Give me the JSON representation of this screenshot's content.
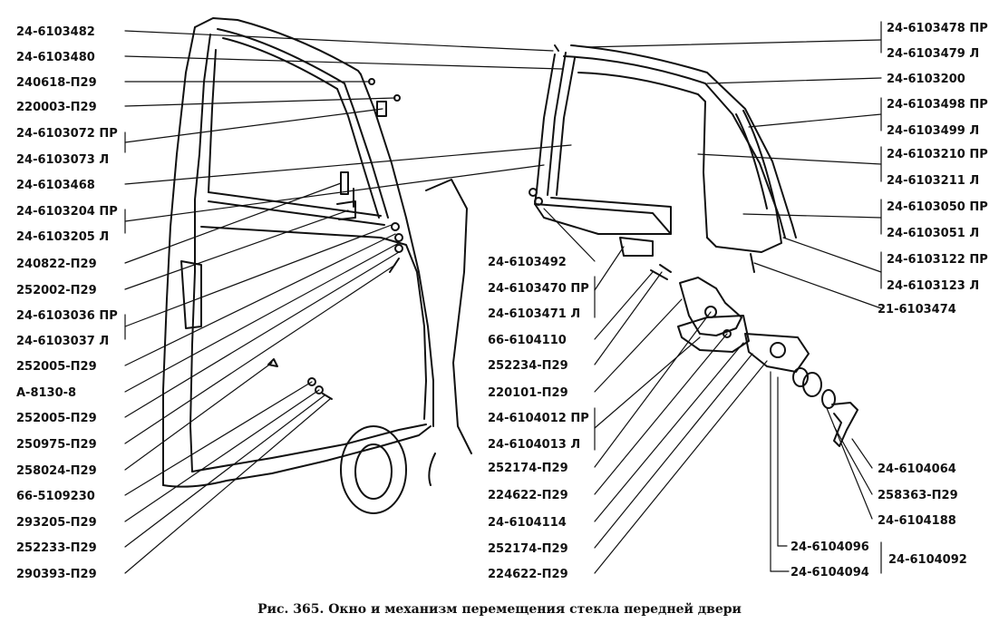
{
  "caption": "Рис. 365. Окно и механизм перемещения стекла передней двери",
  "labels_left": [
    "24-6103482",
    "24-6103480",
    "240618-П29",
    "220003-П29",
    "24-6103072 ПР",
    "24-6103073 Л",
    "24-6103468",
    "24-6103204 ПР",
    "24-6103205 Л",
    "240822-П29",
    "252002-П29",
    "24-6103036 ПР",
    "24-6103037 Л",
    "252005-П29",
    "А-8130-8",
    "252005-П29",
    "250975-П29",
    "258024-П29",
    "66-5109230",
    "293205-П29",
    "252233-П29",
    "290393-П29"
  ],
  "labels_center": [
    "24-6103492",
    "24-6103470 ПР",
    "24-6103471 Л",
    "66-6104110",
    "252234-П29",
    "220101-П29",
    "24-6104012 ПР",
    "24-6104013 Л",
    "252174-П29",
    "224622-П29",
    "24-6104114",
    "252174-П29",
    "224622-П29"
  ],
  "labels_right": [
    "24-6103478 ПР",
    "24-6103479 Л",
    "24-6103200",
    "24-6103498 ПР",
    "24-6103499 Л",
    "24-6103210 ПР",
    "24-6103211 Л",
    "24-6103050 ПР",
    "24-6103051 Л",
    "24-6103122 ПР",
    "24-6103123 Л",
    "21-6103474",
    "24-6104064",
    "258363-П29",
    "24-6104188"
  ],
  "labels_bottom": [
    "24-6104096",
    "24-6104094",
    "24-6104092"
  ]
}
